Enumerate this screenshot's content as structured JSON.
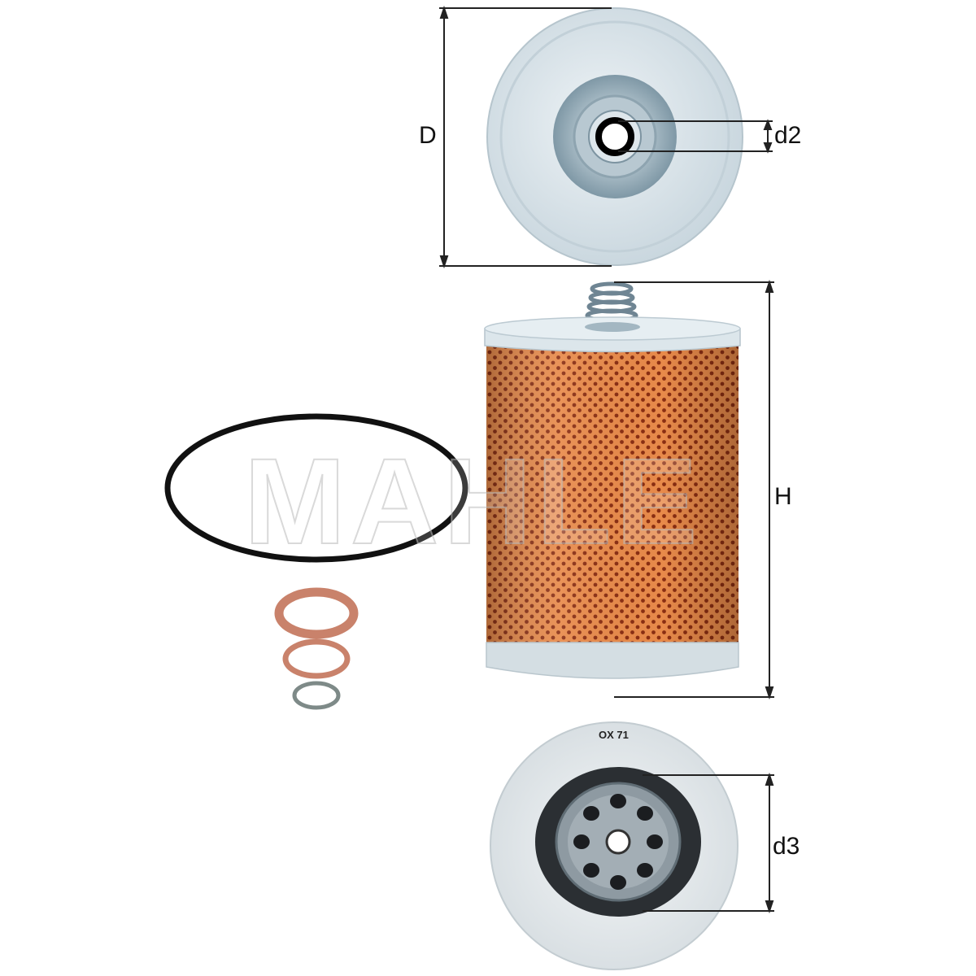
{
  "labels": {
    "outer_diameter": "D",
    "inner_diameter_top": "d2",
    "height": "H",
    "inner_diameter_bottom": "d3"
  },
  "watermark": "MAHLE",
  "part_code": "OX 71",
  "colors": {
    "filter_media": "#e07a3e",
    "end_cap": "#d9e4ea",
    "gasket_large": "#111111",
    "gasket_copper": "#c9826b",
    "gasket_small": "#7e8a88",
    "dimension_line": "#222222"
  }
}
